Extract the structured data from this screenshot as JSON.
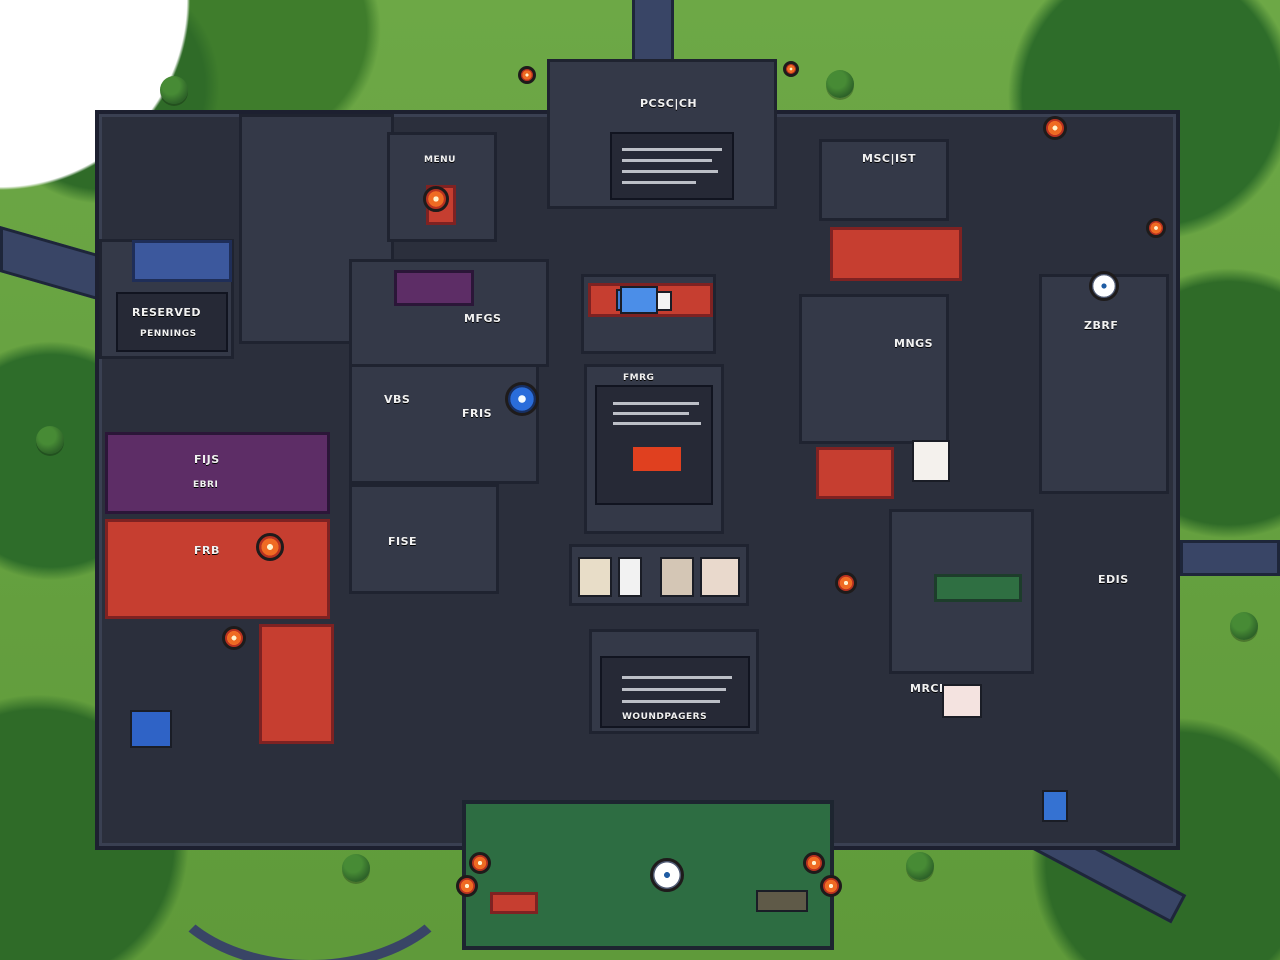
{
  "title": "",
  "colors": {
    "grass": "#5f9a3a",
    "trees": "#2f6b28",
    "roof": "#2b2f3c",
    "red_room": "#c63e30",
    "purple_room": "#5d2d66",
    "blue_room": "#3c589d",
    "entry_green": "#2d6d42"
  },
  "labels": {
    "top_sign": "PCSC|CH",
    "top_room": "MENU",
    "left_panel": "RESERVED",
    "left_text": "PENNINGS",
    "center_top": "MFGS",
    "center_mid": "FMRG",
    "center_bottom": "WOUNDPAGERS",
    "right_top": "MSC|IST",
    "right_mid": "MNGS",
    "right_lower": "ZBRF",
    "bottom_left": "EDIS",
    "room_a": "FIJS",
    "room_b": "EBRI",
    "room_c": "FRB",
    "room_d": "VBS",
    "room_e": "FRIS",
    "room_f": "FISE",
    "room_g": "MRCN"
  }
}
